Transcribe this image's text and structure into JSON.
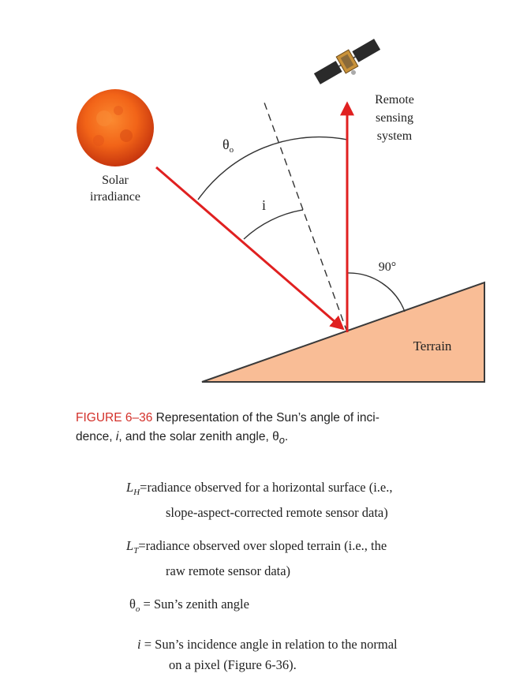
{
  "figure": {
    "labels": {
      "solar_line1": "Solar",
      "solar_line2": "irradiance",
      "remote_line1": "Remote",
      "remote_line2": "sensing",
      "remote_line3": "system",
      "theta": "θ",
      "theta_sub": "o",
      "incidence": "i",
      "right_angle": "90°",
      "terrain": "Terrain"
    },
    "colors": {
      "arrow": "#e02020",
      "terrain_fill": "#f9bd96",
      "sun_core": "#f26418",
      "sun_edge": "#c7360e"
    }
  },
  "caption": {
    "label": "FIGURE 6–36",
    "text_a": " Representation of the Sun’s angle of inci-",
    "text_b": "dence, ",
    "text_i": "i",
    "text_c": ", and the solar zenith angle,  ",
    "theta": "θ",
    "theta_sub": "o",
    "end": "."
  },
  "definitions": [
    {
      "symbol": "L",
      "sub": "H",
      "eq": "=",
      "line1": "radiance observed for a horizontal surface (i.e.,",
      "line2": "slope-aspect-corrected remote sensor data)"
    },
    {
      "symbol": "L",
      "sub": "T",
      "eq": "=",
      "line1": "radiance observed over sloped terrain (i.e., the",
      "line2": "raw remote sensor data)"
    },
    {
      "symbol": "θ",
      "sub": "o",
      "eq": " = ",
      "line1": "Sun’s zenith angle",
      "line2": ""
    },
    {
      "symbol": "i",
      "sub": "",
      "eq": " = ",
      "line1": "Sun’s incidence angle in relation to the normal",
      "line2": "on a pixel (Figure 6-36)."
    }
  ]
}
